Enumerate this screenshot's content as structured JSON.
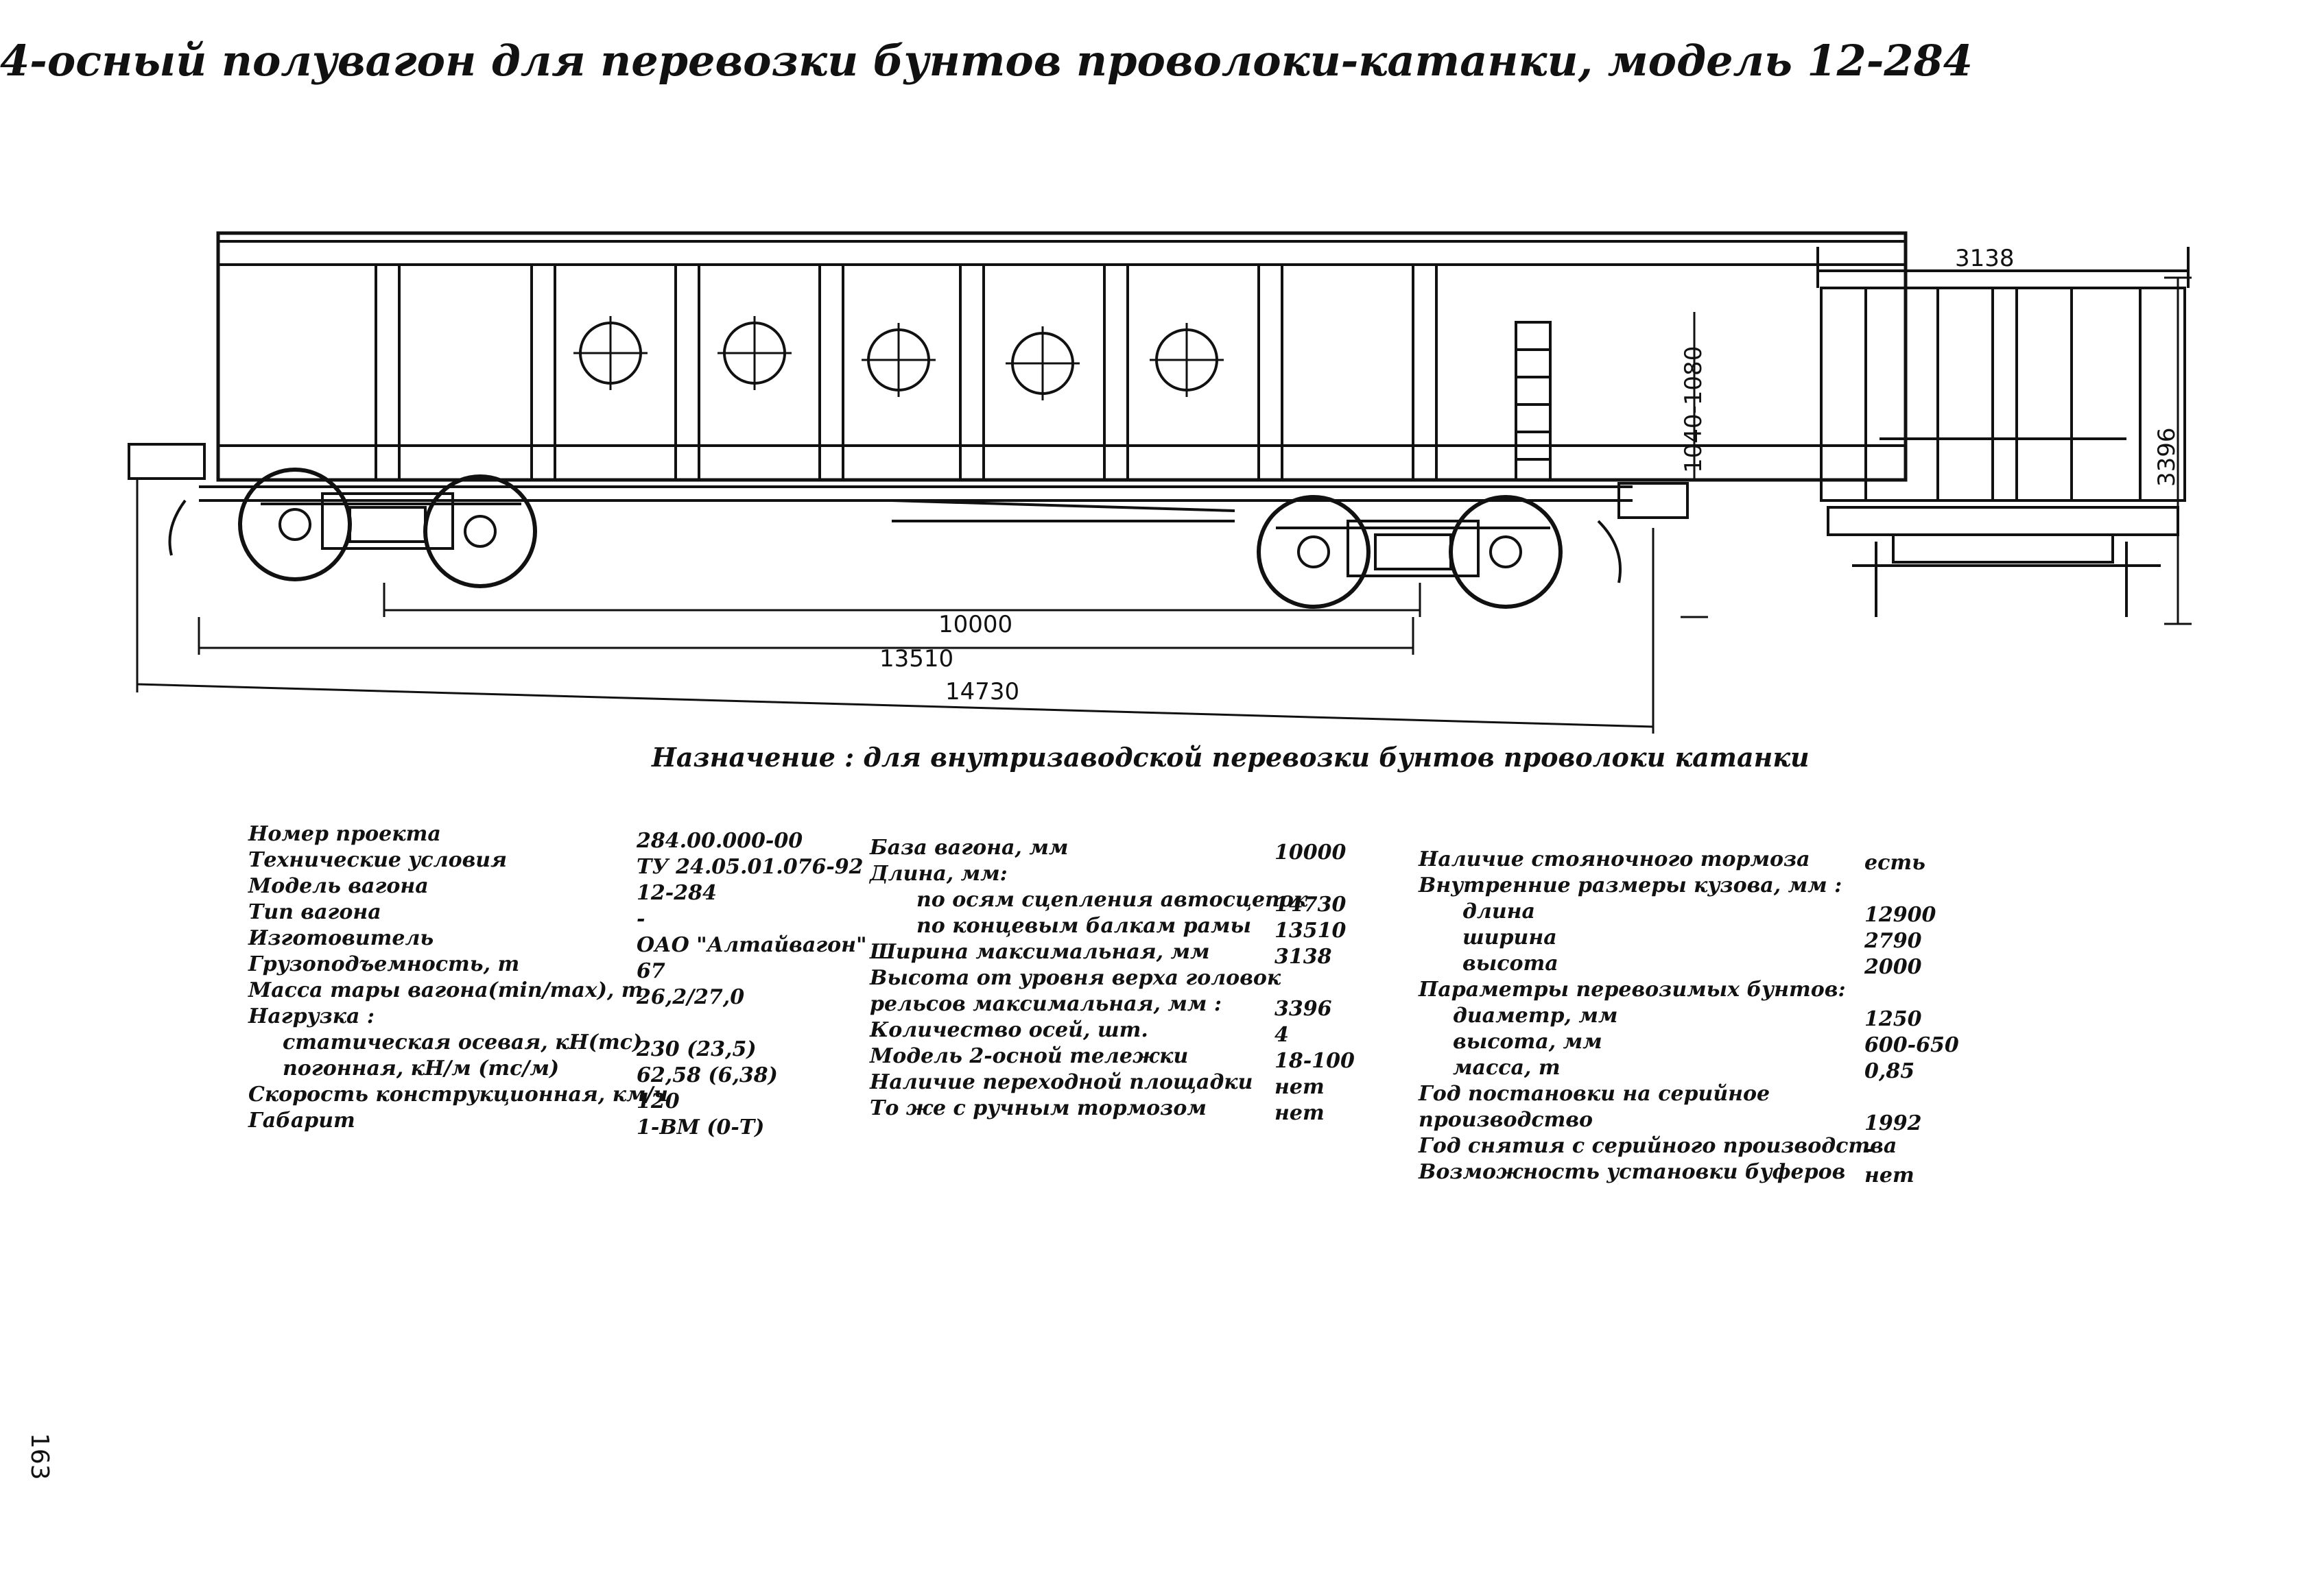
{
  "title": "4-осный полувагон для перевозки бунтов проволоки-катанки, модель 12-284",
  "purpose": "Назначение : для внутризаводской перевозки бунтов проволоки катанки",
  "drawing": {
    "dim_base": "10000",
    "dim_frame": "13510",
    "dim_total": "14730",
    "dim_height_side": "1040-1080",
    "dim_width": "3138",
    "dim_height": "3396"
  },
  "specs": {
    "col1": [
      {
        "label": "Номер проекта",
        "value": "284.00.000-00"
      },
      {
        "label": "Технические условия",
        "value": "ТУ 24.05.01.076-92"
      },
      {
        "label": "Модель вагона",
        "value": "12-284"
      },
      {
        "label": "Тип вагона",
        "value": "-"
      },
      {
        "label": "Изготовитель",
        "value": "ОАО \"Алтайвагон\""
      },
      {
        "label": "Грузоподъемность, т",
        "value": "67"
      },
      {
        "label": "Масса тары вагона(min/max), т",
        "value": "26,2/27,0"
      },
      {
        "label": "Нагрузка :",
        "value": ""
      },
      {
        "label": "статическая осевая, кН(тс)",
        "value": "230 (23,5)"
      },
      {
        "label": "погонная, кН/м (тс/м)",
        "value": "62,58 (6,38)"
      },
      {
        "label": "Скорость конструкционная, км/ч",
        "value": "120"
      },
      {
        "label": "Габарит",
        "value": "1-ВМ (0-Т)"
      }
    ],
    "col2": [
      {
        "label": "База вагона, мм",
        "value": "10000"
      },
      {
        "label": "Длина, мм:",
        "value": ""
      },
      {
        "label": "по осям сцепления автосцепок",
        "value": "14730"
      },
      {
        "label": "по концевым балкам рамы",
        "value": "13510"
      },
      {
        "label": "Ширина максимальная, мм",
        "value": "3138"
      },
      {
        "label": "Высота от уровня верха головок",
        "value": ""
      },
      {
        "label": "рельсов максимальная, мм :",
        "value": "3396"
      },
      {
        "label": "Количество осей, шт.",
        "value": "4"
      },
      {
        "label": "Модель 2-осной тележки",
        "value": "18-100"
      },
      {
        "label": "Наличие переходной площадки",
        "value": "нет"
      },
      {
        "label": "То же с ручным тормозом",
        "value": "нет"
      }
    ],
    "col3": [
      {
        "label": "Наличие стояночного тормоза",
        "value": "есть"
      },
      {
        "label": "Внутренние размеры кузова, мм :",
        "value": ""
      },
      {
        "label": "длина",
        "value": "12900"
      },
      {
        "label": "ширина",
        "value": "2790"
      },
      {
        "label": "высота",
        "value": "2000"
      },
      {
        "label": "Параметры перевозимых бунтов:",
        "value": ""
      },
      {
        "label": "диаметр, мм",
        "value": "1250"
      },
      {
        "label": "высота, мм",
        "value": "600-650"
      },
      {
        "label": "масса, т",
        "value": "0,85"
      },
      {
        "label": "Год постановки на серийное",
        "value": ""
      },
      {
        "label": "производство",
        "value": "1992"
      },
      {
        "label": "Год снятия с серийного производства",
        "value": "-"
      },
      {
        "label": "Возможность установки буферов",
        "value": "нет"
      }
    ]
  },
  "page_number": "163"
}
